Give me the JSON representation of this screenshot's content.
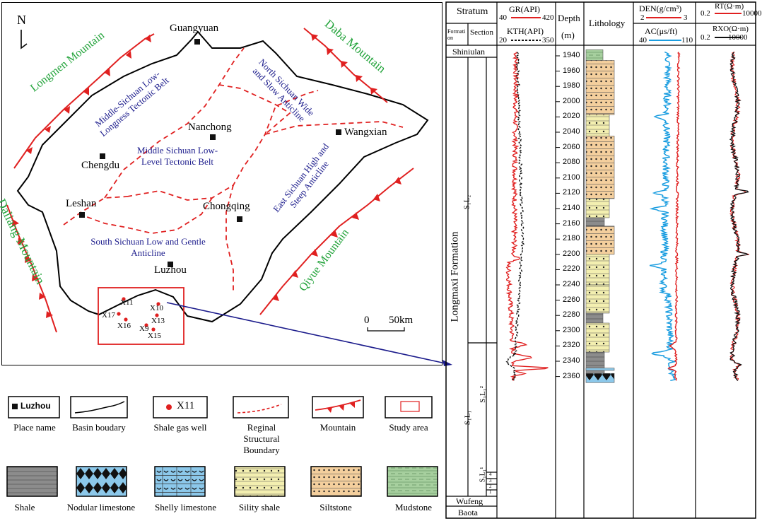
{
  "map": {
    "north": "N",
    "places": {
      "guangyuan": "Guangyuan",
      "nanchong": "Nanchong",
      "wangxian": "Wangxian",
      "chengdu": "Chengdu",
      "leshan": "Leshan",
      "chongqing": "Chongqing",
      "luzhou": "Luzhou"
    },
    "mountains": {
      "longmen": "Longmen Mountain",
      "daba": "Daba Mountain",
      "daliang": "Daliang Mountain",
      "qiyue": "Qiyue Mountain"
    },
    "belts": {
      "middle_low_longness": "Middle-Sichuan Low-Longness Tectonic Belt",
      "north_wide": "North Sichuan Wide and Slow Anticline",
      "middle_low_level": "Middle Sichuan Low-Level Tectonic Belt",
      "east_high": "East Sichuan High and Steep Anticline",
      "south_low": "South Sichuan Low and Gentle Anticline"
    },
    "wells": [
      "X11",
      "X10",
      "X17",
      "X13",
      "X16",
      "X9",
      "X15"
    ],
    "scale": {
      "zero": "0",
      "distance": "50km"
    }
  },
  "legend": {
    "row1": [
      "Place name",
      "Basin boudary",
      "Shale gas well",
      "Reginal Structural Boundary",
      "Mountain",
      "Study area"
    ],
    "row2": [
      "Shale",
      "Nodular limestone",
      "Shelly limestone",
      "Sility shale",
      "Siltstone",
      "Mudstone"
    ],
    "sample_place": "Luzhou",
    "sample_well": "X11"
  },
  "log": {
    "headers": {
      "stratum": "Stratum",
      "formation": "Formation",
      "section": "Section",
      "depth": "Depth",
      "depth_unit": "(m)",
      "lithology": "Lithology",
      "gr": "GR(API)",
      "gr_min": "40",
      "gr_max": "420",
      "kth": "KTH(API)",
      "kth_min": "20",
      "kth_max": "350",
      "den": "DEN(g/cm³)",
      "den_min": "2",
      "den_max": "3",
      "ac": "AC(μs/ft)",
      "ac_min": "40",
      "ac_max": "110",
      "rt": "RT(Ω·m)",
      "rt_min": "0.2",
      "rt_max": "10000",
      "rxo": "RXO(Ω·m)",
      "rxo_min": "0.2",
      "rxo_max": "10000"
    },
    "formations": {
      "shiniulan": "Shiniulan",
      "longmaxi": "Longmaxi Formation",
      "wufeng": "Wufeng",
      "baota": "Baota"
    },
    "depths": [
      "1940",
      "1960",
      "1980",
      "2000",
      "2020",
      "2040",
      "2060",
      "2080",
      "2100",
      "2120",
      "2140",
      "2160",
      "2180",
      "2200",
      "2220",
      "2240",
      "2260",
      "2280",
      "2300",
      "2320",
      "2340",
      "2360"
    ],
    "sections": {
      "s1l2": "S₁L₂",
      "s1l1": "S₁L₁",
      "s1l1_2": "S₁L₁²",
      "s1l1_1": "S₁L₁¹"
    },
    "small_numbers": [
      "4",
      "3",
      "2",
      "1"
    ]
  },
  "colors": {
    "mountain": "#e02020",
    "structure": "#e02020",
    "mountain_text": "#22a33a",
    "belt_text": "#1c1c8c",
    "well": "#e02020",
    "arrow": "#1c1c8c",
    "gr": "#e02020",
    "ac": "#1a9de0",
    "den": "#e02020",
    "shale": "#8c8c8c",
    "limestone": "#8cc8ea",
    "sility": "#f3efb0",
    "siltstone": "#f4cf9d",
    "mudstone": "#a6cf9e"
  }
}
